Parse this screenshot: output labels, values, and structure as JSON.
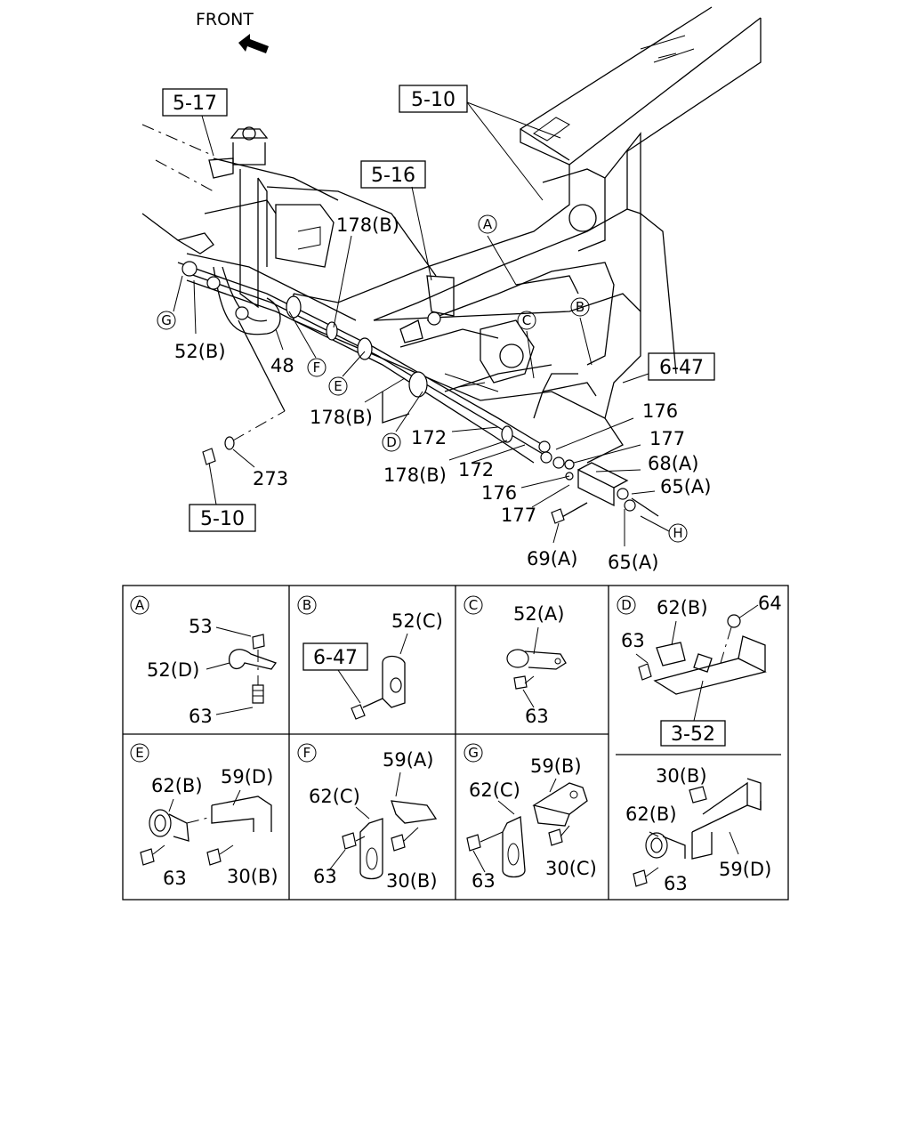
{
  "front_label": "FRONT",
  "refs": {
    "r517": "5-17",
    "r510_top": "5-10",
    "r516": "5-16",
    "r647_main": "6-47",
    "r510_bottom": "5-10",
    "r647_b": "6-47",
    "r352": "3-52"
  },
  "markers": {
    "A": "A",
    "B": "B",
    "C": "C",
    "D": "D",
    "E": "E",
    "F": "F",
    "G": "G",
    "H": "H"
  },
  "parts_main": {
    "p178b_1": "178(B)",
    "p52b": "52(B)",
    "p48": "48",
    "p178b_2": "178(B)",
    "p273": "273",
    "p172_1": "172",
    "p172_2": "172",
    "p178b_3": "178(B)",
    "p176_1": "176",
    "p177_1": "177",
    "p68a": "68(A)",
    "p65a_1": "65(A)",
    "p176_2": "176",
    "p177_2": "177",
    "p69a": "69(A)",
    "p65a_2": "65(A)"
  },
  "detail_A": {
    "marker": "A",
    "p53": "53",
    "p52d": "52(D)",
    "p63": "63"
  },
  "detail_B": {
    "marker": "B",
    "p52c": "52(C)"
  },
  "detail_C": {
    "marker": "C",
    "p52a": "52(A)",
    "p63": "63"
  },
  "detail_D": {
    "marker": "D",
    "p62b": "62(B)",
    "p64": "64",
    "p63": "63"
  },
  "detail_D2": {
    "p30b": "30(B)",
    "p62b": "62(B)",
    "p63": "63",
    "p59d": "59(D)"
  },
  "detail_E": {
    "marker": "E",
    "p62b": "62(B)",
    "p59d": "59(D)",
    "p63": "63",
    "p30b": "30(B)"
  },
  "detail_F": {
    "marker": "F",
    "p59a": "59(A)",
    "p62c": "62(C)",
    "p63": "63",
    "p30b": "30(B)"
  },
  "detail_G": {
    "marker": "G",
    "p59b": "59(B)",
    "p62c": "62(C)",
    "p63": "63",
    "p30c": "30(C)"
  }
}
